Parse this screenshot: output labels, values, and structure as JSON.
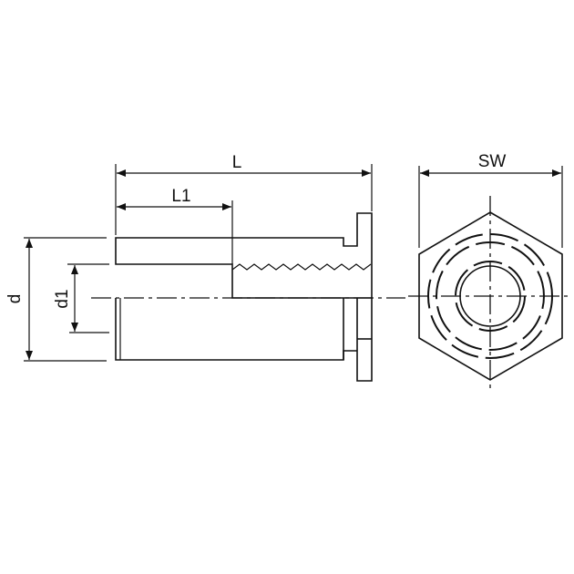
{
  "drawing": {
    "labels": {
      "length": "L",
      "thread_length": "L1",
      "outer_diameter": "d",
      "inner_diameter": "d1",
      "wrench_size": "SW"
    },
    "ink_color": "#111111"
  }
}
